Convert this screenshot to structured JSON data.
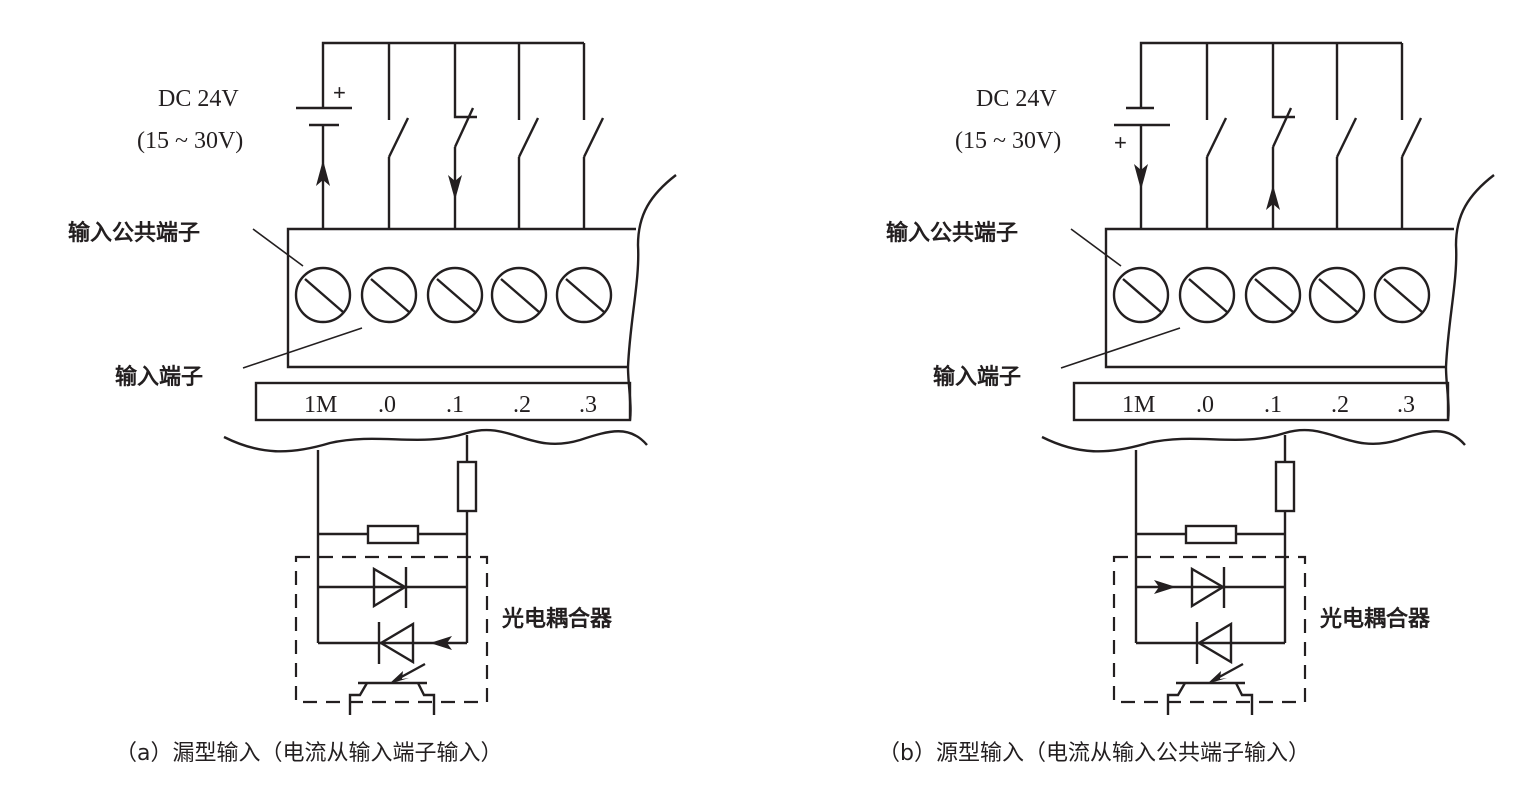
{
  "panels": [
    {
      "id": "a",
      "supply_label": "DC 24V",
      "supply_range": "(15 ~ 30V)",
      "plus_sign": "+",
      "battery_polarity": "positive-top",
      "common_terminal_label": "输入公共端子",
      "input_terminal_label": "输入端子",
      "terminal_labels": [
        "1M",
        ".0",
        ".1",
        ".2",
        ".3"
      ],
      "optocoupler_label": "光电耦合器",
      "current_direction": "sink",
      "caption": "（a）漏型输入（电流从输入端子输入）"
    },
    {
      "id": "b",
      "supply_label": "DC 24V",
      "supply_range": "(15 ~ 30V)",
      "plus_sign": "+",
      "battery_polarity": "positive-bottom",
      "common_terminal_label": "输入公共端子",
      "input_terminal_label": "输入端子",
      "terminal_labels": [
        "1M",
        ".0",
        ".1",
        ".2",
        ".3"
      ],
      "optocoupler_label": "光电耦合器",
      "current_direction": "source",
      "caption": "（b）源型输入（电流从输入公共端子输入）"
    }
  ],
  "colors": {
    "ink": "#231f20",
    "background": "#ffffff"
  }
}
